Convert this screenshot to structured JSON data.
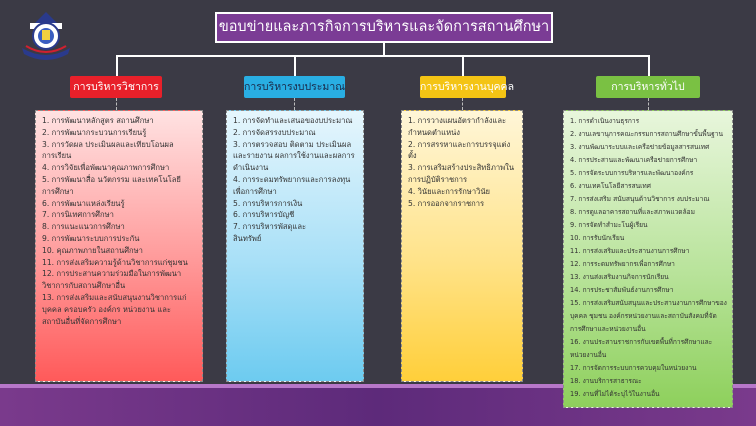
{
  "title": "ขอบข่ายและภารกิจการบริหารและจัดการสถานศึกษา",
  "columns": [
    {
      "heading": "การบริหารวิชาการ",
      "items": [
        "1.  การพัฒนาหลักสูตร      สถานศึกษา",
        "2.  การพัฒนากระบวนการเรียนรู้",
        "3.  การวัดผล ประเมินผลและเทียบโอนผล",
        "การเรียน",
        "4.  การวิจัยเพื่อพัฒนาคุณภาพการศึกษา",
        "5.  การพัฒนาสื่อ นวัตกรรม และเทคโนโลยี",
        "การศึกษา",
        "6.  การพัฒนาแหล่งเรียนรู้",
        "7.  การนิเทศการศึกษา",
        "8.  การแนะแนวการศึกษา",
        "9.  การพัฒนาระบบการประกัน",
        "10. คุณภาพภายในสถานศึกษา",
        "11. การส่งเสริมความรู้ด้านวิชาการแก่ชุมชน",
        "12. การประสานความร่วมมือในการพัฒนา",
        "วิชาการกับสถานศึกษาอื่น",
        "13. การส่งเสริมและสนับสนุนงานวิชาการแก่",
        "บุคคล ครอบครัว องค์กร หน่วยงาน และ",
        "สถาบันอื่นที่จัดการศึกษา"
      ]
    },
    {
      "heading": "การบริหารงบประมาณ",
      "items": [
        "1.  การจัดทำและเสนอของบประมาณ",
        "2.  การจัดสรรงบประมาณ",
        "3.  การตรวจสอบ ติดตาม ประเมินผล",
        "และรายงาน ผลการใช้งานและผลการ",
        "ดำเนินงาน",
        "4.  การระดมทรัพยากรและการลงทุน",
        "เพื่อการศึกษา",
        "5.  การบริหารการเงิน",
        "6.  การบริหารบัญชี",
        "7.  การบริหารพัสดุและ",
        "สินทรัพย์"
      ]
    },
    {
      "heading": "การบริหารงานบุคคล",
      "items": [
        "1.  การวางแผนอัตรากำลังและ",
        "กำหนดตำแหน่ง",
        "2.  การสรรหาและการบรรจุแต่งตั้ง",
        "3.  การเสริมสร้างประสิทธิภาพใน",
        "การปฏิบัติราชการ",
        "4.  วินัยและการรักษาวินัย",
        "5.  การออกจากราชการ"
      ]
    },
    {
      "heading": "การบริหารทั่วไป",
      "items": [
        "1. การดำเนินงานธุรการ",
        "2. งานเลขานุการคณะกรรมการสถานศึกษาขั้นพื้นฐาน",
        "3. งานพัฒนาระบบและเครือข่ายข้อมูลสารสนเทศ",
        "4. การประสานและพัฒนาเครือข่ายการศึกษา",
        "5. การจัดระบบการบริหารและพัฒนาองค์กร",
        "6. งานเทคโนโลยีสารสนเทศ",
        "7. การส่งเสริม สนับสนุนด้านวิชาการ งบประมาณ",
        "8. การดูแลอาคารสถานที่และสภาพแวดล้อม",
        "9. การจัดทำสำมะโนผู้เรียน",
        "10. การรับนักเรียน",
        "11. การส่งเสริมและประสานงานการศึกษา",
        "12. การระดมทรัพยากรเพื่อการศึกษา",
        "13. งานส่งเสริมงานกิจการนักเรียน",
        "14. การประชาสัมพันธ์งานการศึกษา",
        "15. การส่งเสริมสนับสนุนและประสานงานการศึกษาของ",
        "บุคคล ชุมชน องค์กรหน่วยงานและสถาบันสังคมที่จัด",
        "การศึกษาและหน่วยงานอื่น",
        "16.  งานประสานราชการกับเขตพื้นที่การศึกษาและ",
        "หน่วยงานอื่น",
        "17. การจัดการระบบการควบคุมในหน่วยงาน",
        "18. งานบริการสาธารณะ",
        "19. งานที่ไม่ได้ระบุไว้ในงานอื่น"
      ]
    }
  ],
  "colors": {
    "background": "#3b3a45",
    "title_bg": "#7b3c95",
    "academic_head": "#e8202a",
    "budget_head": "#29aee3",
    "personnel_head": "#f4c414",
    "general_head": "#7ac143"
  },
  "logo_icon": "school-emblem-icon"
}
